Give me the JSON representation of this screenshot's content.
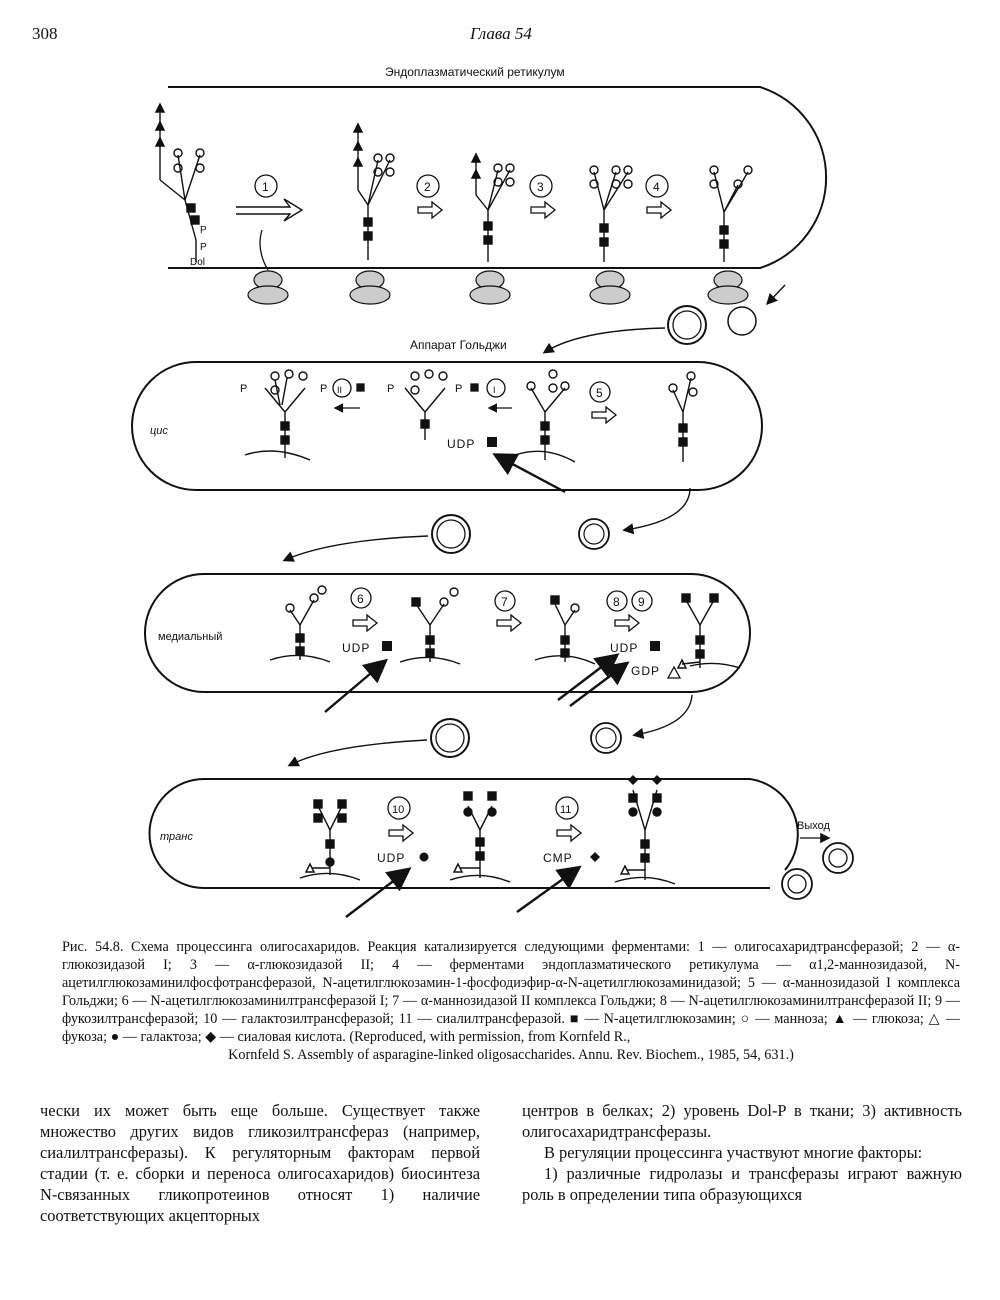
{
  "header": {
    "page_number": "308",
    "chapter": "Глава 54"
  },
  "figure": {
    "compartments": {
      "er": "Эндоплазматический ретикулум",
      "golgi": "Аппарат Гольджи",
      "cis": "цис",
      "medial": "медиальный",
      "trans": "транс"
    },
    "labels": {
      "dol": "Dol",
      "p": "P",
      "udp": "UDP",
      "gdp": "GDP",
      "cmp": "CMP",
      "exit": "Выход",
      "roman_2": "II",
      "roman_1": "I"
    },
    "steps": [
      "1",
      "2",
      "3",
      "4",
      "5",
      "6",
      "7",
      "8",
      "9",
      "10",
      "11"
    ]
  },
  "caption": {
    "line1": "Рис. 54.8. Схема процессинга олигосахаридов. Реакция катализируется следующими ферментами: 1 — олигосахаридтрансферазой; 2 — α-глюкозидазой I; 3 — α-глюкозидазой II; 4 — ферментами эндоплазматического ретикулума — α1,2-маннозидазой, N-ацетилглюкозаминилфосфотрансферазой, N-ацетилглюкозамин-1-фосфодиэфир-α-N-ацетилглюкозаминидазой; 5 — α-маннозидазой I комплекса Гольджи; 6 — N-ацетилглюкозаминилтрансферазой I; 7 — α-маннозидазой II комплекса Гольджи; 8 — N-ацетилглюкозаминилтрансферазой II; 9 — фукозилтрансферазой; 10 — галактозилтрансферазой; 11 — сиалилтрансферазой. ■ — N-ацетилглюкозамин; ○ — манноза; ▲ — глюкоза; △ — фукоза; ● — галактоза; ◆ — сиаловая кислота. (Reproduced, with permission, from Kornfeld R.,",
    "line2": "Kornfeld S. Assembly of asparagine-linked oligosaccharides. Annu. Rev. Biochem., 1985, 54, 631.)"
  },
  "body": {
    "left": "чески их может быть еще больше. Существует также множество других видов гликозилтрансфераз (например, сиалилтрансферазы). К регуляторным факторам первой стадии (т. е. сборки и переноса олигосахаридов) биосинтеза N-связанных гликопротеинов относят 1) наличие соответствующих акцепторных",
    "right_p1": "центров в белках; 2) уровень Dol-P в ткани; 3) активность олигосахаридтрансферазы.",
    "right_p2": "В регуляции процессинга участвуют многие факторы:",
    "right_p3": "1) различные гидролазы и трансферазы играют важную роль в определении типа образующихся"
  }
}
